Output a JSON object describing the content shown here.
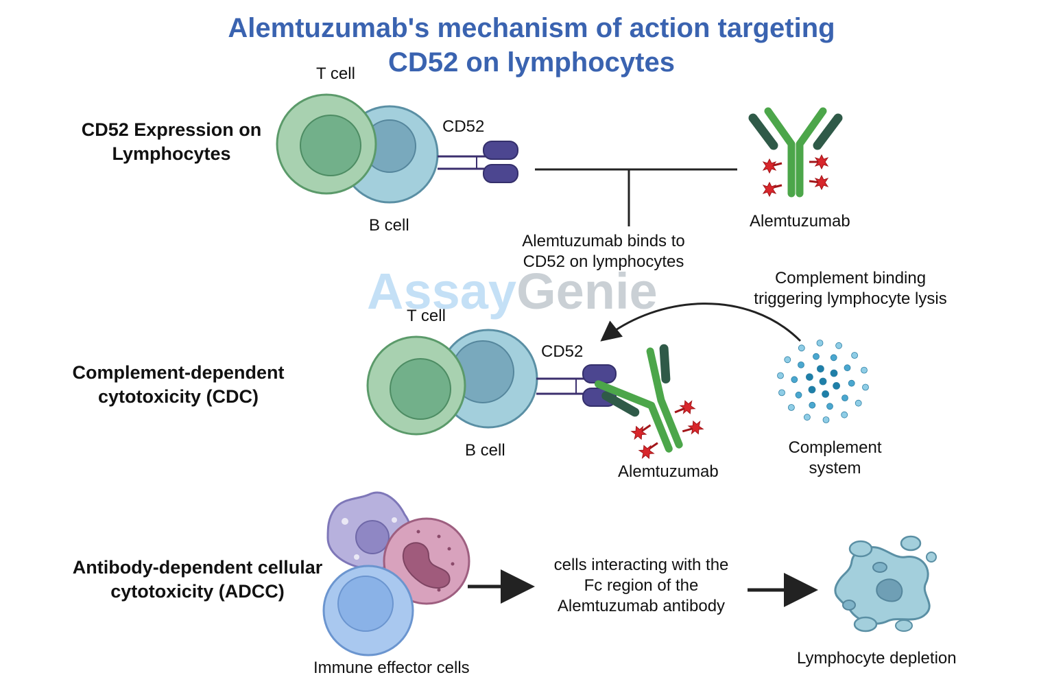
{
  "title": {
    "line1": "Alemtuzumab's mechanism of action targeting",
    "line2": "CD52 on lymphocytes"
  },
  "sections": {
    "expression": {
      "line1": "CD52 Expression on",
      "line2": "Lymphocytes"
    },
    "cdc": {
      "line1": "Complement-dependent",
      "line2": "cytotoxicity (CDC)"
    },
    "adcc": {
      "line1": "Antibody-dependent cellular",
      "line2": "cytotoxicity (ADCC)"
    }
  },
  "labels": {
    "t_cell": "T cell",
    "b_cell": "B cell",
    "cd52": "CD52",
    "alemtuzumab": "Alemtuzumab",
    "binds_line1": "Alemtuzumab binds to",
    "binds_line2": "CD52 on lymphocytes",
    "complement_binding_line1": "Complement binding",
    "complement_binding_line2": "triggering lymphocyte lysis",
    "complement_system_line1": "Complement",
    "complement_system_line2": "system",
    "immune_effector": "Immune effector cells",
    "fc_line1": "cells interacting with the",
    "fc_line2": "Fc region of the",
    "fc_line3": "Alemtuzumab antibody",
    "depletion": "Lymphocyte depletion"
  },
  "watermark": {
    "part1": "Assay",
    "part2": "Genie"
  },
  "colors": {
    "title": "#3a63b0",
    "t_cell": "#a8d1b0",
    "b_cell": "#a3cfdc",
    "cd52": "#4c4690",
    "antibody_light": "#4ca64a",
    "antibody_dark": "#2f5a48",
    "drug": "#d8262b"
  }
}
